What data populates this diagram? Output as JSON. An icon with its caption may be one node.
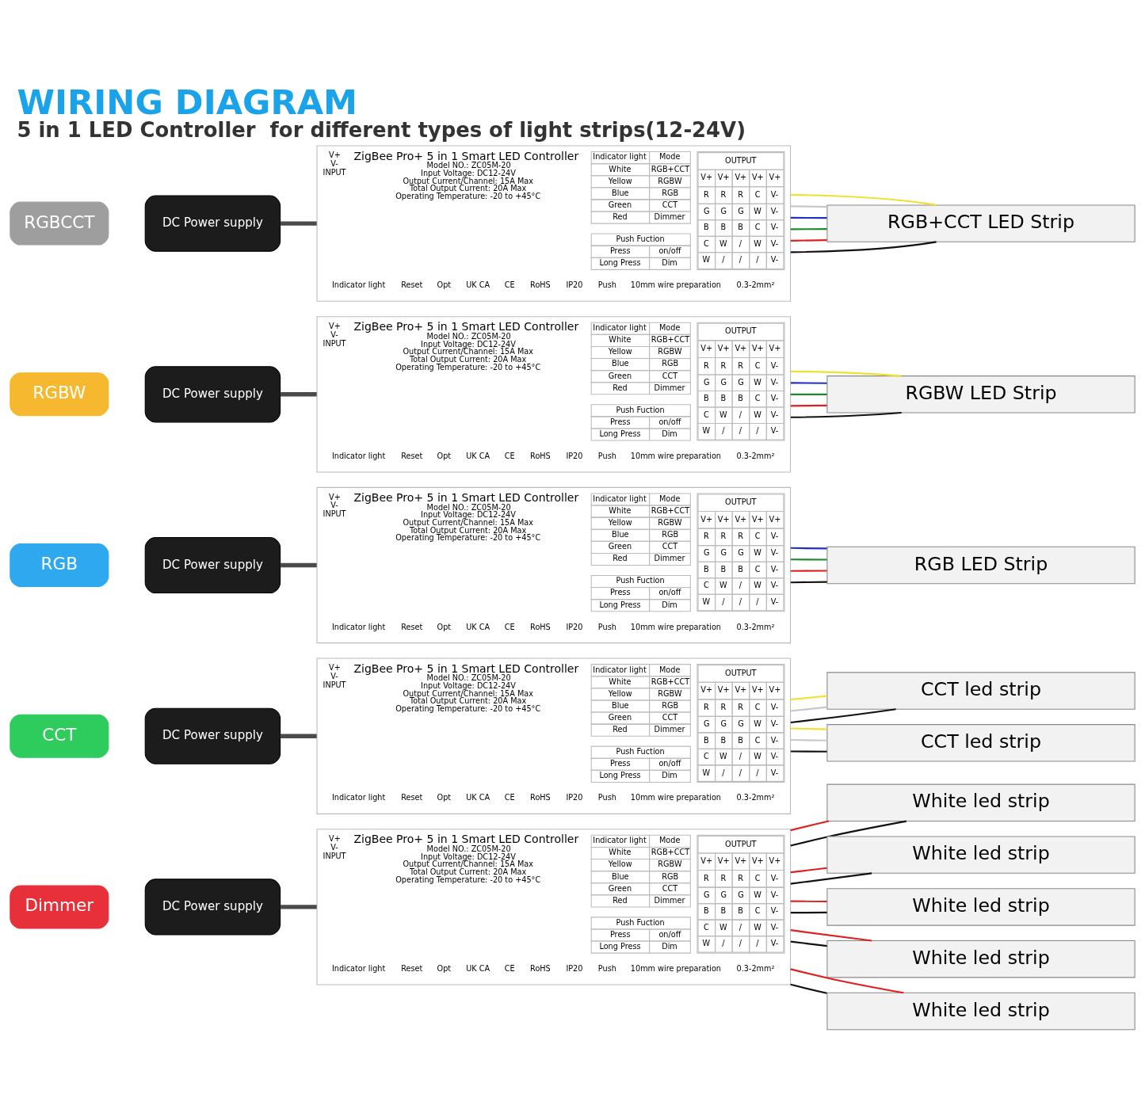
{
  "diagram": {
    "title": "WIRING DIAGRAM",
    "caption": "5 in 1 LED Controller  for different types of light strips(12-24V)",
    "nodes": [
      {
        "text": [
          "RGBCCT"
        ]
      },
      {
        "text": [
          "DC Power supply"
        ]
      },
      {
        "text": [
          "V+",
          "V-",
          "ZigBee Pro+ 5 in 1 Smart LED Controller",
          "Model NO.: ZC05M-20",
          "Input Voltage: DC12-24V",
          "Output Current/Channel: 15A Max",
          "Total Output Current: 20A Max",
          "Operating Temperature: -20 to +45°C",
          "INPUT",
          "Indicator light",
          "Reset",
          "Opt",
          "UK CA",
          "CE",
          "RoHS",
          "IP20",
          "Push",
          "10mm wire preparation",
          "0.3-2mm²",
          "Indicator light",
          "Mode",
          "White",
          "RGB+CCT",
          "Yellow",
          "RGBW",
          "Blue",
          "RGB",
          "Green",
          "CCT",
          "Red",
          "Dimmer",
          "Push Fuction",
          "Press",
          "on/off",
          "Long Press",
          "Dim",
          "OUTPUT",
          "V+",
          "V+",
          "V+",
          "V+",
          "V+",
          "R",
          "R",
          "R",
          "C",
          "V-",
          "G",
          "G",
          "G",
          "W",
          "V-",
          "B",
          "B",
          "B",
          "C",
          "V-",
          "C",
          "W",
          "/",
          "W",
          "V-",
          "W",
          "/",
          "/",
          "/",
          "V-"
        ]
      },
      {
        "text": [
          "RGB+CCT LED Strip"
        ]
      },
      {
        "text": [
          "RGBW"
        ]
      },
      {
        "text": [
          "DC Power supply"
        ]
      },
      {
        "text": [
          "V+",
          "V-",
          "ZigBee Pro+ 5 in 1 Smart LED Controller",
          "Model NO.: ZC05M-20",
          "Input Voltage: DC12-24V",
          "Output Current/Channel: 15A Max",
          "Total Output Current: 20A Max",
          "Operating Temperature: -20 to +45°C",
          "INPUT",
          "Indicator light",
          "Reset",
          "Opt",
          "UK CA",
          "CE",
          "RoHS",
          "IP20",
          "Push",
          "10mm wire preparation",
          "0.3-2mm²",
          "Indicator light",
          "Mode",
          "White",
          "RGB+CCT",
          "Yellow",
          "RGBW",
          "Blue",
          "RGB",
          "Green",
          "CCT",
          "Red",
          "Dimmer",
          "Push Fuction",
          "Press",
          "on/off",
          "Long Press",
          "Dim",
          "OUTPUT",
          "V+",
          "V+",
          "V+",
          "V+",
          "V+",
          "R",
          "R",
          "R",
          "C",
          "V-",
          "G",
          "G",
          "G",
          "W",
          "V-",
          "B",
          "B",
          "B",
          "C",
          "V-",
          "C",
          "W",
          "/",
          "W",
          "V-",
          "W",
          "/",
          "/",
          "/",
          "V-"
        ]
      },
      {
        "text": [
          "RGBW LED Strip"
        ]
      },
      {
        "text": [
          "RGB"
        ]
      },
      {
        "text": [
          "DC Power supply"
        ]
      },
      {
        "text": [
          "V+",
          "V-",
          "ZigBee Pro+ 5 in 1 Smart LED Controller",
          "Model NO.: ZC05M-20",
          "Input Voltage: DC12-24V",
          "Output Current/Channel: 15A Max",
          "Total Output Current: 20A Max",
          "Operating Temperature: -20 to +45°C",
          "INPUT",
          "Indicator light",
          "Reset",
          "Opt",
          "UK CA",
          "CE",
          "RoHS",
          "IP20",
          "Push",
          "10mm wire preparation",
          "0.3-2mm²",
          "Indicator light",
          "Mode",
          "White",
          "RGB+CCT",
          "Yellow",
          "RGBW",
          "Blue",
          "RGB",
          "Green",
          "CCT",
          "Red",
          "Dimmer",
          "Push Fuction",
          "Press",
          "on/off",
          "Long Press",
          "Dim",
          "OUTPUT",
          "V+",
          "V+",
          "V+",
          "V+",
          "V+",
          "R",
          "R",
          "R",
          "C",
          "V-",
          "G",
          "G",
          "G",
          "W",
          "V-",
          "B",
          "B",
          "B",
          "C",
          "V-",
          "C",
          "W",
          "/",
          "W",
          "V-",
          "W",
          "/",
          "/",
          "/",
          "V-"
        ]
      },
      {
        "text": [
          "RGB LED Strip"
        ]
      },
      {
        "text": [
          "CCT"
        ]
      },
      {
        "text": [
          "DC Power supply"
        ]
      },
      {
        "text": [
          "V+",
          "V-",
          "ZigBee Pro+ 5 in 1 Smart LED Controller",
          "Model NO.: ZC05M-20",
          "Input Voltage: DC12-24V",
          "Output Current/Channel: 15A Max",
          "Total Output Current: 20A Max",
          "Operating Temperature: -20 to +45°C",
          "INPUT",
          "Indicator light",
          "Reset",
          "Opt",
          "UK CA",
          "CE",
          "RoHS",
          "IP20",
          "Push",
          "10mm wire preparation",
          "0.3-2mm²",
          "Indicator light",
          "Mode",
          "White",
          "RGB+CCT",
          "Yellow",
          "RGBW",
          "Blue",
          "RGB",
          "Green",
          "CCT",
          "Red",
          "Dimmer",
          "Push Fuction",
          "Press",
          "on/off",
          "Long Press",
          "Dim",
          "OUTPUT",
          "V+",
          "V+",
          "V+",
          "V+",
          "V+",
          "R",
          "R",
          "R",
          "C",
          "V-",
          "G",
          "G",
          "G",
          "W",
          "V-",
          "B",
          "B",
          "B",
          "C",
          "V-",
          "C",
          "W",
          "/",
          "W",
          "V-",
          "W",
          "/",
          "/",
          "/",
          "V-"
        ]
      },
      {
        "text": [
          "CCT led strip"
        ]
      },
      {
        "text": [
          "CCT led strip"
        ]
      },
      {
        "text": [
          "Dimmer"
        ]
      },
      {
        "text": [
          "DC Power supply"
        ]
      },
      {
        "text": [
          "V+",
          "V-",
          "ZigBee Pro+ 5 in 1 Smart LED Controller",
          "Model NO.: ZC05M-20",
          "Input Voltage: DC12-24V",
          "Output Current/Channel: 15A Max",
          "Total Output Current: 20A Max",
          "Operating Temperature: -20 to +45°C",
          "INPUT",
          "Indicator light",
          "Reset",
          "Opt",
          "UK CA",
          "CE",
          "RoHS",
          "IP20",
          "Push",
          "10mm wire preparation",
          "0.3-2mm²",
          "Indicator light",
          "Mode",
          "White",
          "RGB+CCT",
          "Yellow",
          "RGBW",
          "Blue",
          "RGB",
          "Green",
          "CCT",
          "Red",
          "Dimmer",
          "Push Fuction",
          "Press",
          "on/off",
          "Long Press",
          "Dim",
          "OUTPUT",
          "V+",
          "V+",
          "V+",
          "V+",
          "V+",
          "R",
          "R",
          "R",
          "C",
          "V-",
          "G",
          "G",
          "G",
          "W",
          "V-",
          "B",
          "B",
          "B",
          "C",
          "V-",
          "C",
          "W",
          "/",
          "W",
          "V-",
          "W",
          "/",
          "/",
          "/",
          "V-"
        ]
      },
      {
        "text": [
          "White led strip"
        ]
      },
      {
        "text": [
          "White led strip"
        ]
      },
      {
        "text": [
          "White led strip"
        ]
      },
      {
        "text": [
          "White led strip"
        ]
      },
      {
        "text": [
          "White led strip"
        ]
      }
    ],
    "edges": [
      {
        "from": 1,
        "to": 2,
        "arrow": "none",
        "style": "thick",
        "color": "#4a4a4a"
      },
      {
        "from": 2,
        "to": 3,
        "arrow": "none",
        "color": "#111111"
      },
      {
        "from": 2,
        "to": 3,
        "arrow": "none",
        "color": "#e02020"
      },
      {
        "from": 2,
        "to": 3,
        "arrow": "none",
        "color": "#1a8a2a"
      },
      {
        "from": 2,
        "to": 3,
        "arrow": "none",
        "color": "#2030c0"
      },
      {
        "from": 2,
        "to": 3,
        "arrow": "none",
        "color": "#c8c8c8"
      },
      {
        "from": 2,
        "to": 3,
        "arrow": "none",
        "color": "#f0e030"
      },
      {
        "from": 5,
        "to": 6,
        "arrow": "none",
        "style": "thick",
        "color": "#4a4a4a"
      },
      {
        "from": 6,
        "to": 7,
        "arrow": "none",
        "color": "#111111"
      },
      {
        "from": 6,
        "to": 7,
        "arrow": "none",
        "color": "#e02020"
      },
      {
        "from": 6,
        "to": 7,
        "arrow": "none",
        "color": "#1a8a2a"
      },
      {
        "from": 6,
        "to": 7,
        "arrow": "none",
        "color": "#2030c0"
      },
      {
        "from": 6,
        "to": 7,
        "arrow": "none",
        "color": "#f0e030"
      },
      {
        "from": 9,
        "to": 10,
        "arrow": "none",
        "style": "thick",
        "color": "#4a4a4a"
      },
      {
        "from": 10,
        "to": 11,
        "arrow": "none",
        "color": "#111111"
      },
      {
        "from": 10,
        "to": 11,
        "arrow": "none",
        "color": "#e02020"
      },
      {
        "from": 10,
        "to": 11,
        "arrow": "none",
        "color": "#1a8a2a"
      },
      {
        "from": 10,
        "to": 11,
        "arrow": "none",
        "color": "#2030c0"
      },
      {
        "from": 13,
        "to": 14,
        "arrow": "none",
        "style": "thick",
        "color": "#4a4a4a"
      },
      {
        "from": 14,
        "to": 15,
        "arrow": "none",
        "color": "#111111"
      },
      {
        "from": 14,
        "to": 15,
        "arrow": "none",
        "color": "#c8c8c8"
      },
      {
        "from": 14,
        "to": 15,
        "arrow": "none",
        "color": "#f0e030"
      },
      {
        "from": 14,
        "to": 16,
        "arrow": "none",
        "color": "#111111"
      },
      {
        "from": 14,
        "to": 16,
        "arrow": "none",
        "color": "#c8c8c8"
      },
      {
        "from": 14,
        "to": 16,
        "arrow": "none",
        "color": "#f0e030"
      },
      {
        "from": 18,
        "to": 19,
        "arrow": "none",
        "style": "thick",
        "color": "#4a4a4a"
      },
      {
        "from": 19,
        "to": 20,
        "arrow": "none",
        "color": "#111111"
      },
      {
        "from": 19,
        "to": 20,
        "arrow": "none",
        "color": "#e02020"
      },
      {
        "from": 19,
        "to": 21,
        "arrow": "none",
        "color": "#111111"
      },
      {
        "from": 19,
        "to": 21,
        "arrow": "none",
        "color": "#e02020"
      },
      {
        "from": 19,
        "to": 22,
        "arrow": "none",
        "color": "#111111"
      },
      {
        "from": 19,
        "to": 22,
        "arrow": "none",
        "color": "#e02020"
      },
      {
        "from": 19,
        "to": 23,
        "arrow": "none",
        "color": "#111111"
      },
      {
        "from": 19,
        "to": 23,
        "arrow": "none",
        "color": "#e02020"
      },
      {
        "from": 19,
        "to": 24,
        "arrow": "none",
        "color": "#111111"
      },
      {
        "from": 19,
        "to": 24,
        "arrow": "none",
        "color": "#e02020"
      }
    ]
  }
}
